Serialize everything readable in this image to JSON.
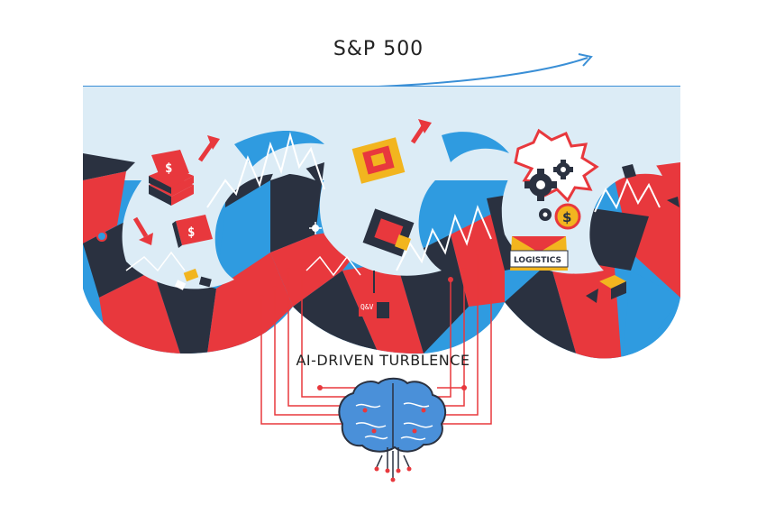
{
  "title": "S&P 500",
  "caption": "AI-DRIVEN TURBLENCE",
  "icons": {
    "dollar_box_1": "$",
    "dollar_box_2": "$",
    "chip_label": "Q&V",
    "logistics_label": "LOGISTICS",
    "coin_label": "$"
  },
  "colors": {
    "red": "#e8383d",
    "blue": "#2f9be0",
    "navy": "#2a3140",
    "sky": "#dcecf6",
    "gold": "#f2b51f",
    "line": "#3a8fd6"
  }
}
